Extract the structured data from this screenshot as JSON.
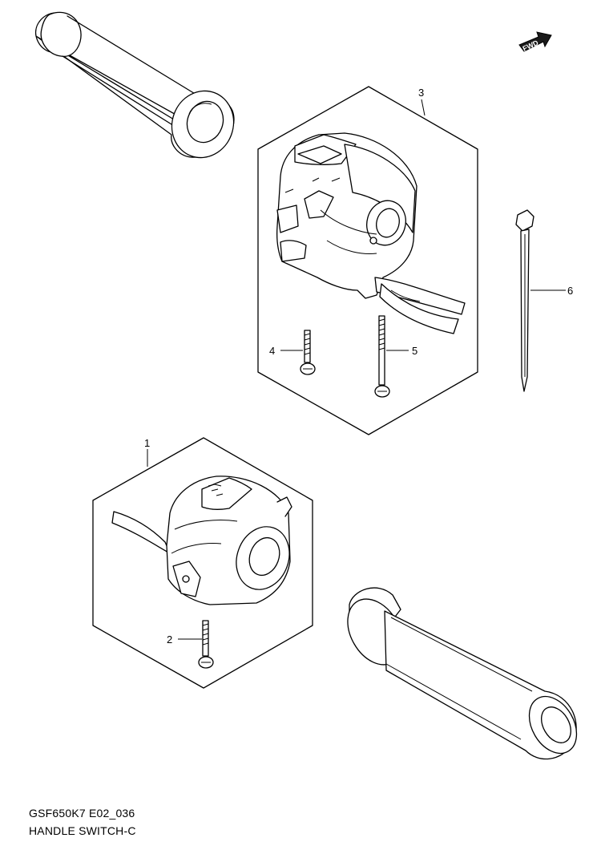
{
  "diagram": {
    "callouts": [
      {
        "id": "1",
        "label": "1"
      },
      {
        "id": "2",
        "label": "2"
      },
      {
        "id": "3",
        "label": "3"
      },
      {
        "id": "4",
        "label": "4"
      },
      {
        "id": "5",
        "label": "5"
      },
      {
        "id": "6",
        "label": "6"
      }
    ],
    "fwd_label": "FWD",
    "caption_code": "GSF650K7 E02_036",
    "caption_title": "HANDLE SWITCH-C"
  }
}
